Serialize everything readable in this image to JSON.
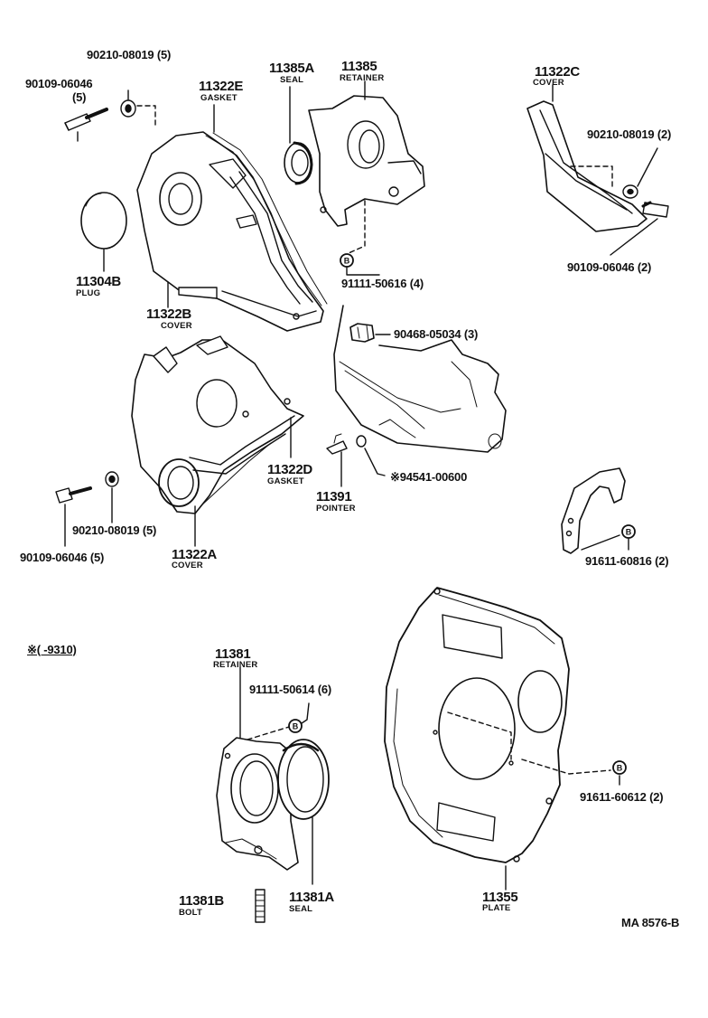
{
  "diagram_code": "MA 8576-B",
  "footnote": "※(      -9310)",
  "circle_marker": "B",
  "parts": {
    "p1": {
      "number": "90210-08019",
      "qty": "(5)"
    },
    "p2": {
      "number": "90109-06046",
      "qty": "(5)"
    },
    "p3": {
      "number": "11322E",
      "name": "GASKET"
    },
    "p4": {
      "number": "11385A",
      "name": "SEAL"
    },
    "p5": {
      "number": "11385",
      "name": "RETAINER"
    },
    "p6": {
      "number": "11322C",
      "name": "COVER"
    },
    "p7": {
      "number": "90210-08019",
      "qty": "(2)"
    },
    "p8": {
      "number": "11304B",
      "name": "PLUG"
    },
    "p9": {
      "number": "91111-50616",
      "qty": "(4)"
    },
    "p10": {
      "number": "90109-06046",
      "qty": "(2)"
    },
    "p11": {
      "number": "11322B",
      "name": "COVER"
    },
    "p12": {
      "number": "90468-05034",
      "qty": "(3)"
    },
    "p13": {
      "number": "11322D",
      "name": "GASKET"
    },
    "p14": {
      "number": "※94541-00600"
    },
    "p15": {
      "number": "11391",
      "name": "POINTER"
    },
    "p16": {
      "number": "90210-08019",
      "qty": "(5)"
    },
    "p17": {
      "number": "90109-06046",
      "qty": "(5)"
    },
    "p18": {
      "number": "11322A",
      "name": "COVER"
    },
    "p19": {
      "number": "91611-60816",
      "qty": "(2)"
    },
    "p20": {
      "number": "11381",
      "name": "RETAINER"
    },
    "p21": {
      "number": "91111-50614",
      "qty": "(6)"
    },
    "p22": {
      "number": "91611-60612",
      "qty": "(2)"
    },
    "p23": {
      "number": "11381B",
      "name": "BOLT"
    },
    "p24": {
      "number": "11381A",
      "name": "SEAL"
    },
    "p25": {
      "number": "11355",
      "name": "PLATE"
    }
  }
}
